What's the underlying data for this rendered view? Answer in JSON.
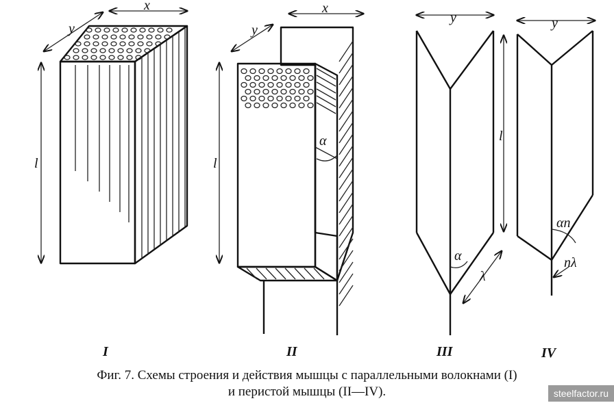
{
  "figure": {
    "labels": {
      "x": "x",
      "y": "y",
      "l": "l",
      "alpha": "α",
      "lambda": "λ",
      "alpha_n": "αn",
      "n_lambda": "nλ"
    },
    "panels": [
      "I",
      "II",
      "III",
      "IV"
    ],
    "caption_line1": "Фиг. 7. Схемы строения и действия мышцы с параллельными волокнами (I)",
    "caption_line2": "и перистой мышцы (II—IV)."
  },
  "watermark": "steelfactor.ru"
}
